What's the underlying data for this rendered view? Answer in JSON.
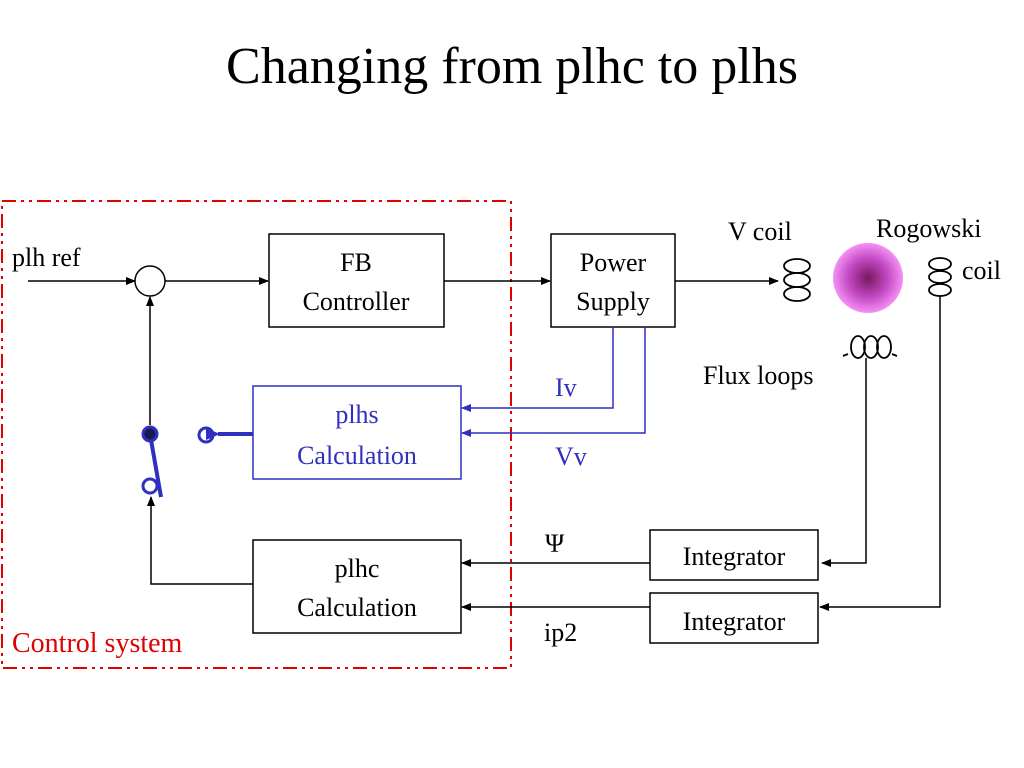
{
  "title": "Changing from plhc to plhs",
  "colors": {
    "control_system": "#e00000",
    "plhs": "#2f2fc0",
    "line": "#000000",
    "plasma_center": "#8a1c6a",
    "plasma_edge": "#f07cf0"
  },
  "labels": {
    "plh_ref": "plh ref",
    "fb_controller": [
      "FB",
      "Controller"
    ],
    "power_supply": [
      "Power",
      "Supply"
    ],
    "v_coil": "V coil",
    "rogowski": "Rogowski",
    "rogowski_coil": "coil",
    "flux_loops": "Flux loops",
    "iv": "Iv",
    "vv": "Vv",
    "plhs_calc": [
      "plhs",
      "Calculation"
    ],
    "plhc_calc": [
      "plhc",
      "Calculation"
    ],
    "psi": "Ψ",
    "ip2": "ip2",
    "integrator_1": "Integrator",
    "integrator_2": "Integrator",
    "control_system": "Control system"
  }
}
